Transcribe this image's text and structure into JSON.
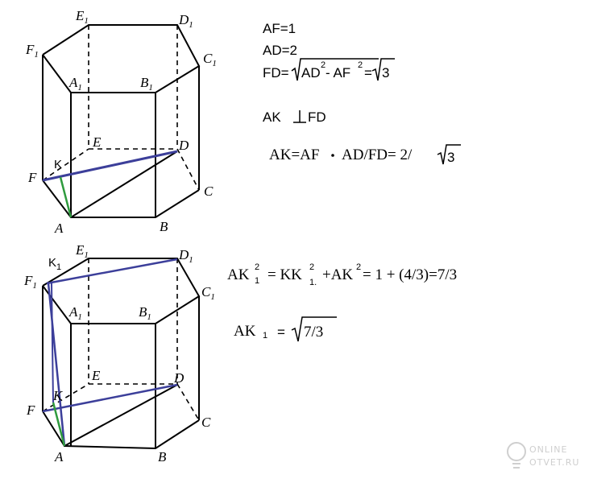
{
  "top_figure": {
    "labels": {
      "E1": "E",
      "D1": "D",
      "F1": "F",
      "C1": "C",
      "A1": "A",
      "B1": "B",
      "E": "E",
      "D": "D",
      "K": "K",
      "F": "F",
      "C": "C",
      "A": "A",
      "B": "B",
      "sub1": "1"
    }
  },
  "bottom_figure": {
    "labels": {
      "K1": "K",
      "K1_sub": "1",
      "E1": "E",
      "D1": "D",
      "F1": "F",
      "C1": "C",
      "A1": "A",
      "B1": "B",
      "E": "E",
      "D": "D",
      "K": "K",
      "F": "F",
      "C": "C",
      "A": "A",
      "B": "B",
      "sub1": "1"
    }
  },
  "equations_top": {
    "af": "AF=1",
    "ad": "AD=2",
    "fd_lhs": "FD=",
    "fd_ad": "AD",
    "fd_minus": "- AF",
    "sup2": "2",
    "fd_eq": "=",
    "fd_3": "3",
    "perp_left": "AK",
    "perp_right": "FD",
    "ak_line": "AK=AF",
    "ak_mid": "AD/FD= 2/",
    "ak_3": "3"
  },
  "equations_bottom": {
    "ak1_a": "AK",
    "sup2": "2",
    "sub1": "1",
    "kk1": "= KK",
    "kk1_sub": "1.",
    "plus_ak": "+AK",
    "rest": "= 1 + (4/3)=7/3",
    "ak1_b": "AK",
    "eq": "=",
    "sqrt_val": "7/3"
  },
  "watermark": {
    "line1": "ONLINE",
    "line2": "OTVET.RU"
  },
  "colors": {
    "blue": "#3c3f9a",
    "green": "#2f9b3e",
    "black": "#000000",
    "watermark": "#cfcfcf"
  }
}
